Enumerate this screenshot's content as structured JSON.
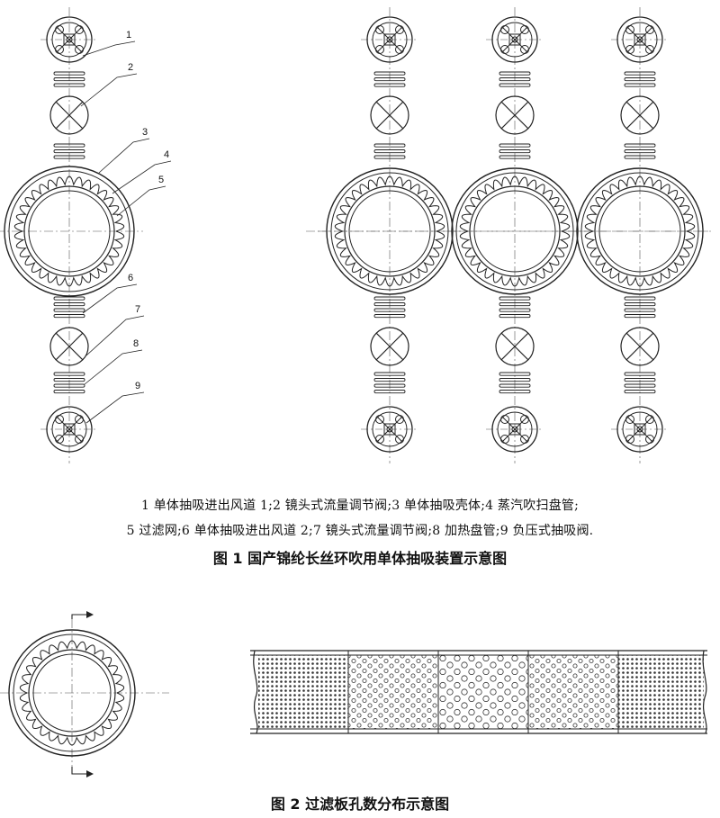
{
  "figure1": {
    "callouts": [
      "1",
      "2",
      "3",
      "4",
      "5",
      "6",
      "7",
      "8",
      "9"
    ],
    "legend_line1": "1 单体抽吸进出风道 1;2 镜头式流量调节阀;3 单体抽吸壳体;4 蒸汽吹扫盘管;",
    "legend_line2": "5 过滤网;6 单体抽吸进出风道 2;7 镜头式流量调节阀;8 加热盘管;9 负压式抽吸阀.",
    "caption": "图 1   国产锦纶长丝环吹用单体抽吸装置示意图"
  },
  "figure2": {
    "caption": "图 2   过滤板孔数分布示意图"
  }
}
